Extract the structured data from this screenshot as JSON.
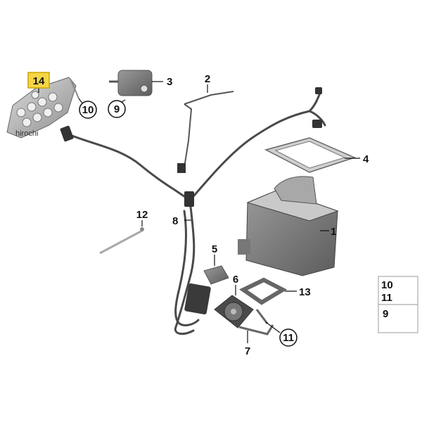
{
  "watermark": "hirochi",
  "callouts": {
    "c1": "1",
    "c2": "2",
    "c3": "3",
    "c4": "4",
    "c5": "5",
    "c6": "6",
    "c7": "7",
    "c8": "8",
    "c9a": "9",
    "c10a": "10",
    "c11a": "11",
    "c12": "12",
    "c13": "13",
    "c14": "14"
  },
  "legend": {
    "top_a": "10",
    "top_b": "11",
    "bottom": "9"
  },
  "colors": {
    "highlight": "#f5d547",
    "harness": "#4a4a4a",
    "part_dark": "#6b6b6b",
    "part_light": "#b9b9b9"
  }
}
